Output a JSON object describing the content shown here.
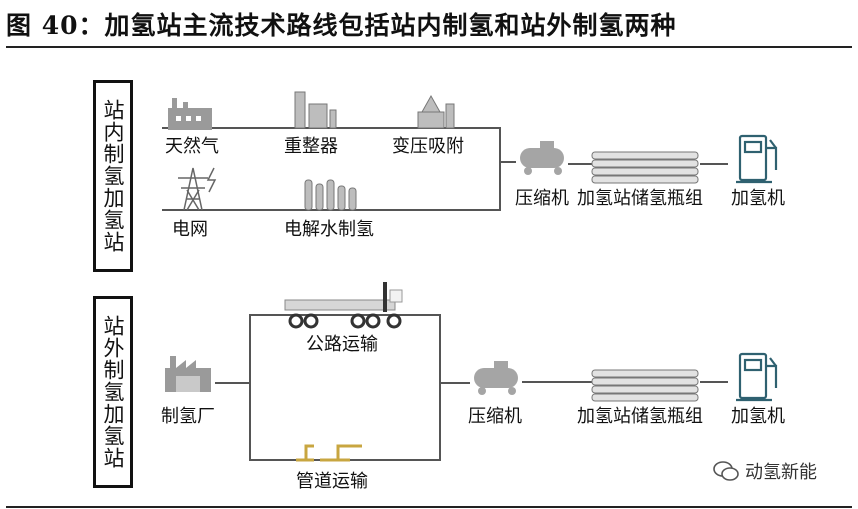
{
  "figure": {
    "title": "图 40：加氢站主流技术路线包括站内制氢和站外制氢两种"
  },
  "onsite": {
    "box_label": "站内制氢加氢站",
    "natural_gas": "天然气",
    "reformer": "重整器",
    "psa": "变压吸附",
    "grid": "电网",
    "electrolysis": "电解水制氢",
    "compressor": "压缩机",
    "storage": "加氢站储氢瓶组",
    "dispenser": "加氢机"
  },
  "offsite": {
    "box_label": "站外制氢加氢站",
    "factory": "制氢厂",
    "road": "公路运输",
    "pipeline": "管道运输",
    "compressor": "压缩机",
    "storage": "加氢站储氢瓶组",
    "dispenser": "加氢机"
  },
  "watermark": {
    "text": "动氢新能"
  }
}
